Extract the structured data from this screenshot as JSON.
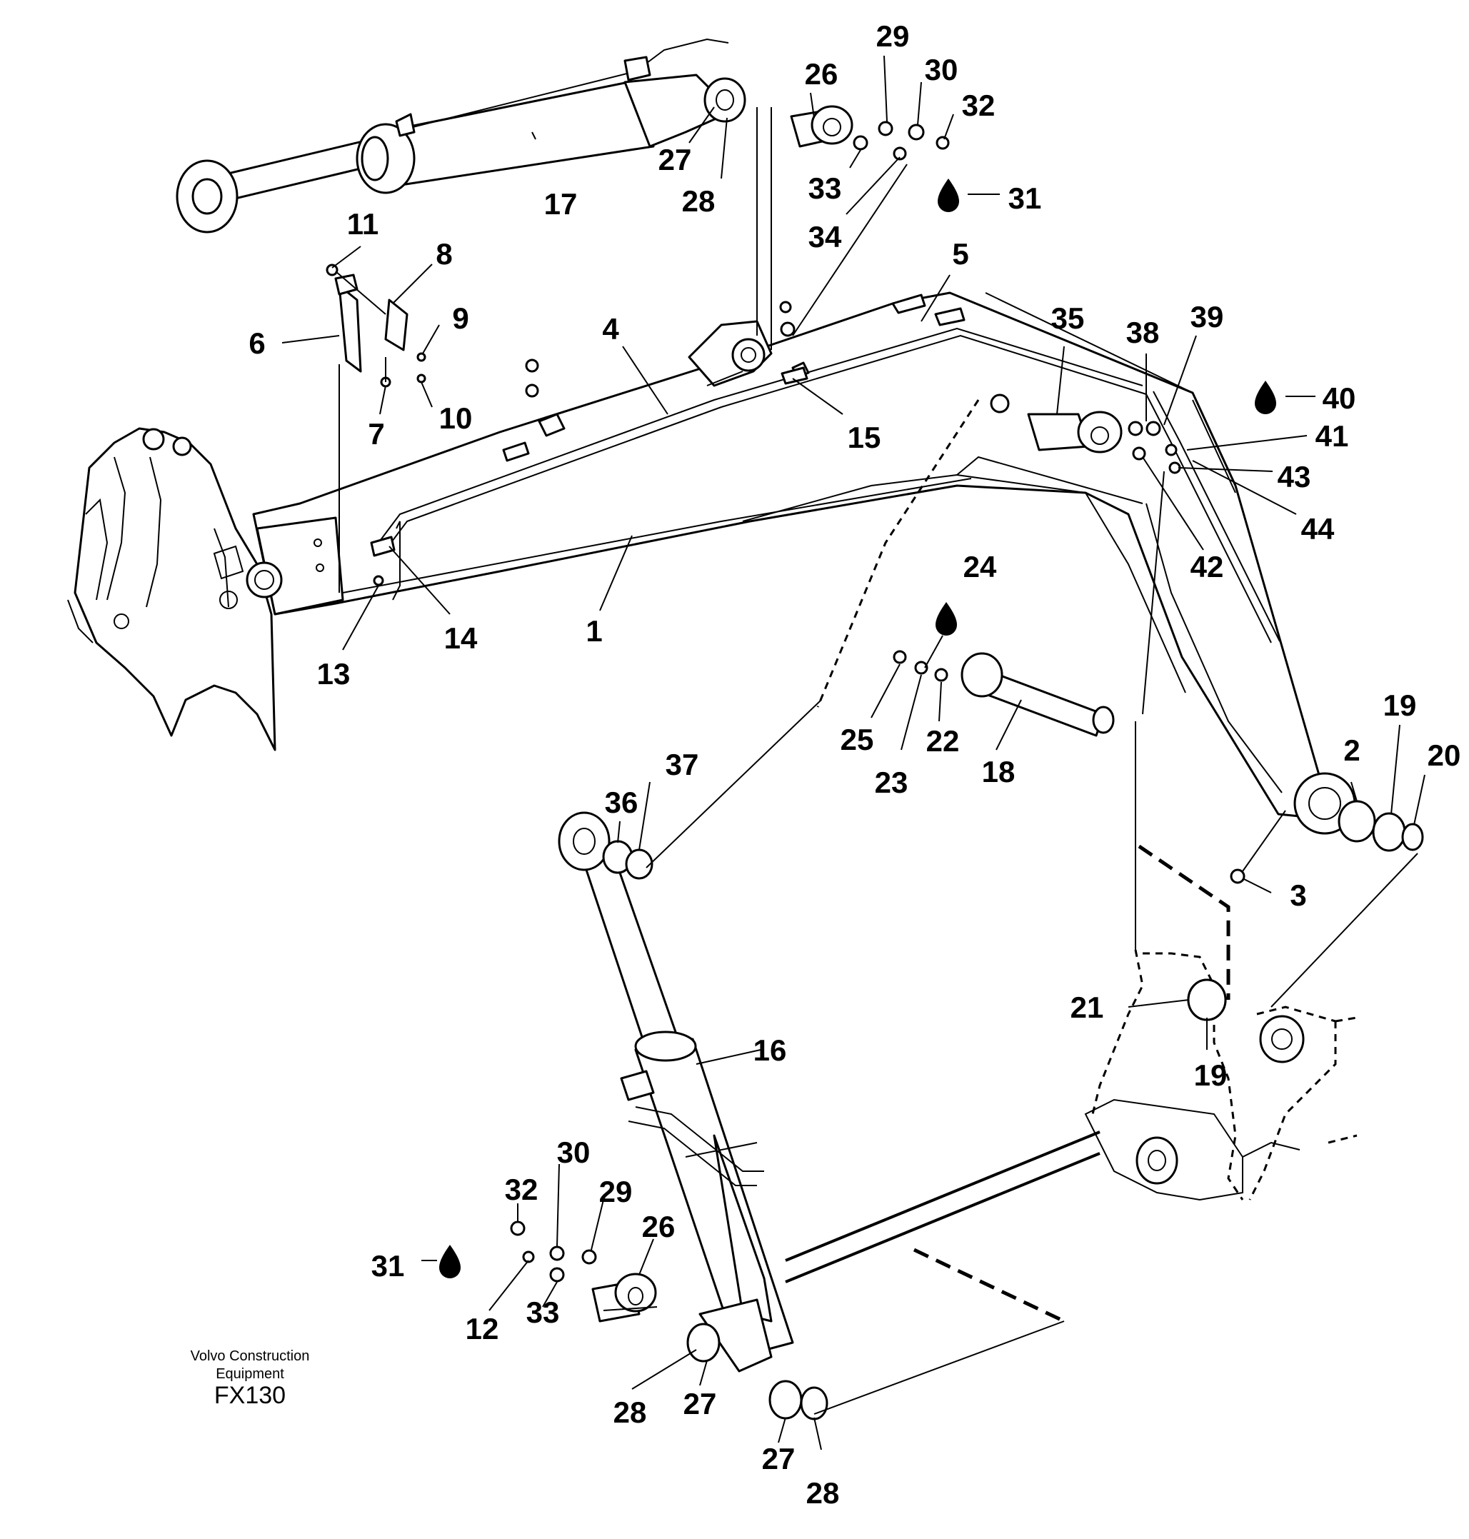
{
  "caption": {
    "line1": "Volvo Construction",
    "line2": "Equipment",
    "code": "FX130"
  },
  "callouts": [
    {
      "label": "29"
    },
    {
      "label": "26"
    },
    {
      "label": "30"
    },
    {
      "label": "32"
    },
    {
      "label": "27"
    },
    {
      "label": "17"
    },
    {
      "label": "28"
    },
    {
      "label": "33"
    },
    {
      "label": "31"
    },
    {
      "label": "34"
    },
    {
      "label": "11"
    },
    {
      "label": "8"
    },
    {
      "label": "5"
    },
    {
      "label": "9"
    },
    {
      "label": "6"
    },
    {
      "label": "4"
    },
    {
      "label": "35"
    },
    {
      "label": "38"
    },
    {
      "label": "39"
    },
    {
      "label": "40"
    },
    {
      "label": "41"
    },
    {
      "label": "7"
    },
    {
      "label": "10"
    },
    {
      "label": "15"
    },
    {
      "label": "43"
    },
    {
      "label": "44"
    },
    {
      "label": "42"
    },
    {
      "label": "24"
    },
    {
      "label": "14"
    },
    {
      "label": "1"
    },
    {
      "label": "13"
    },
    {
      "label": "25"
    },
    {
      "label": "22"
    },
    {
      "label": "23"
    },
    {
      "label": "18"
    },
    {
      "label": "19"
    },
    {
      "label": "37"
    },
    {
      "label": "2"
    },
    {
      "label": "20"
    },
    {
      "label": "36"
    },
    {
      "label": "3"
    },
    {
      "label": "21"
    },
    {
      "label": "19"
    },
    {
      "label": "16"
    },
    {
      "label": "30"
    },
    {
      "label": "32"
    },
    {
      "label": "29"
    },
    {
      "label": "26"
    },
    {
      "label": "31"
    },
    {
      "label": "12"
    },
    {
      "label": "33"
    },
    {
      "label": "28"
    },
    {
      "label": "27"
    },
    {
      "label": "27"
    },
    {
      "label": "28"
    }
  ],
  "icons": [
    "oil-drop-icon"
  ]
}
